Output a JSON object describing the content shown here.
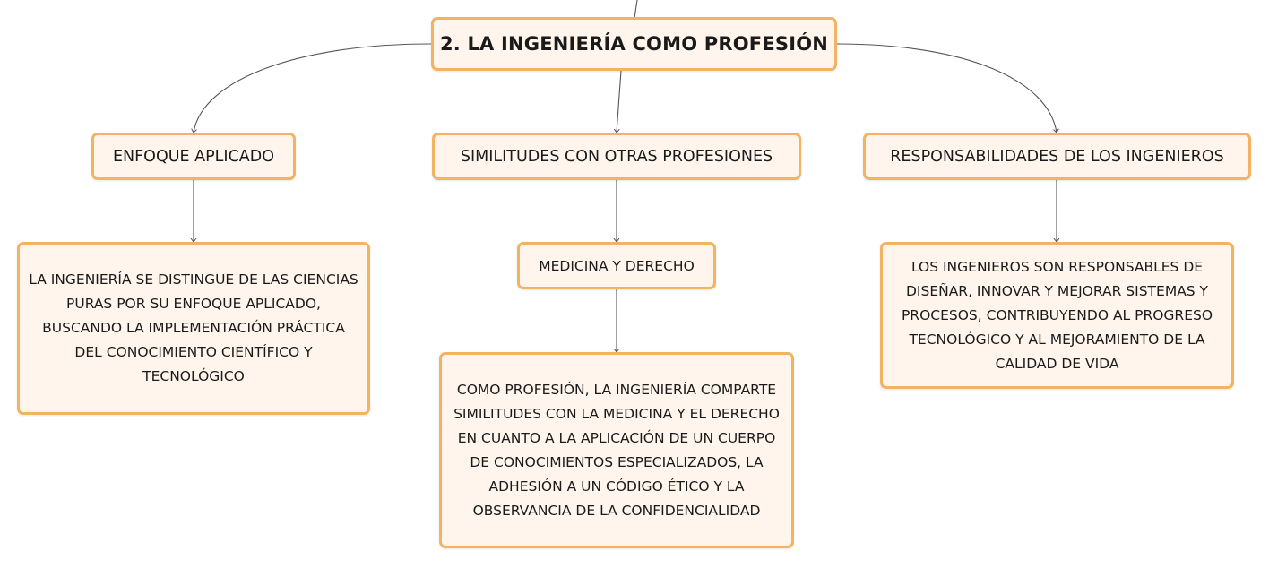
{
  "root": {
    "label": "2. LA INGENIERÍA COMO PROFESIÓN"
  },
  "branches": [
    {
      "label": "ENFOQUE APLICADO",
      "detail": "LA INGENIERÍA SE DISTINGUE DE LAS CIENCIAS PURAS POR SU ENFOQUE APLICADO, BUSCANDO LA IMPLEMENTACIÓN PRÁCTICA DEL CONOCIMIENTO CIENTÍFICO Y TECNOLÓGICO"
    },
    {
      "label": "SIMILITUDES CON OTRAS PROFESIONES",
      "sub_label": "MEDICINA Y DERECHO",
      "detail": "COMO PROFESIÓN, LA INGENIERÍA COMPARTE SIMILITUDES CON LA MEDICINA Y EL DERECHO EN CUANTO A LA APLICACIÓN DE UN CUERPO DE CONOCIMIENTOS ESPECIALIZADOS, LA ADHESIÓN A UN CÓDIGO ÉTICO Y LA OBSERVANCIA DE LA CONFIDENCIALIDAD"
    },
    {
      "label": "RESPONSABILIDADES DE LOS INGENIEROS",
      "detail": "LOS INGENIEROS SON RESPONSABLES DE DISEÑAR, INNOVAR Y MEJORAR SISTEMAS Y PROCESOS, CONTRIBUYENDO AL PROGRESO TECNOLÓGICO Y AL MEJORAMIENTO DE LA CALIDAD DE VIDA"
    }
  ],
  "colors": {
    "node_fill": "#fff5ec",
    "node_border": "#f2b463",
    "connector": "#555555"
  }
}
